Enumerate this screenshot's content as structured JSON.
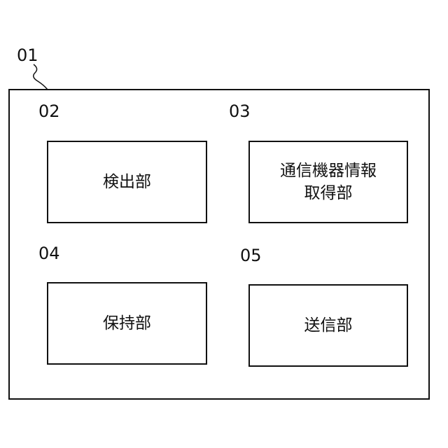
{
  "diagram": {
    "outer": {
      "ref": "01"
    },
    "blocks": [
      {
        "ref": "02",
        "label": "検出部"
      },
      {
        "ref": "03",
        "label": "通信機器情報\n取得部"
      },
      {
        "ref": "04",
        "label": "保持部"
      },
      {
        "ref": "05",
        "label": "送信部"
      }
    ]
  },
  "colors": {
    "stroke": "#111111",
    "background": "#ffffff"
  }
}
